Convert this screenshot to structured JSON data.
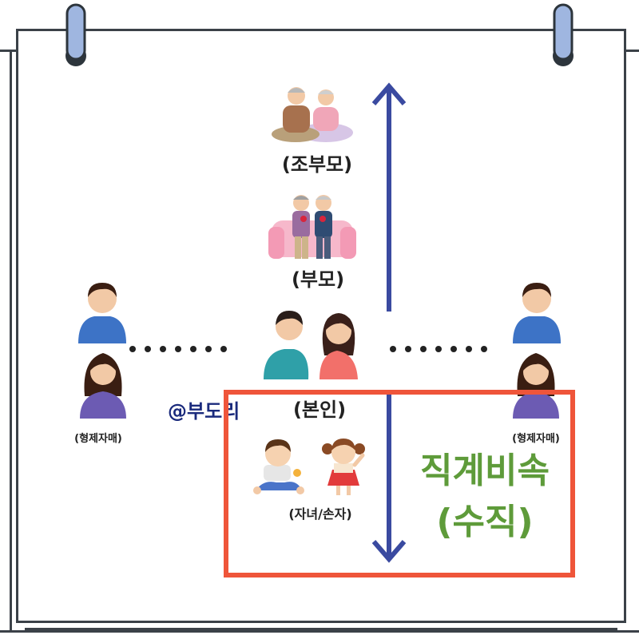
{
  "labels": {
    "grandparents": "(조부모)",
    "parents": "(부모)",
    "self": "(본인)",
    "children": "(자녀/손자)",
    "siblings_left": "(형제자매)",
    "siblings_right": "(형제자매)"
  },
  "watermark": "@부도리",
  "highlight": {
    "line1": "직계비속",
    "line2": "(수직)"
  },
  "colors": {
    "arrow": "#3a4aa0",
    "highlight_border": "#ef553a",
    "highlight_text": "#5e9b3a",
    "frame": "#3b4148",
    "ring": "#9fb6e0"
  }
}
